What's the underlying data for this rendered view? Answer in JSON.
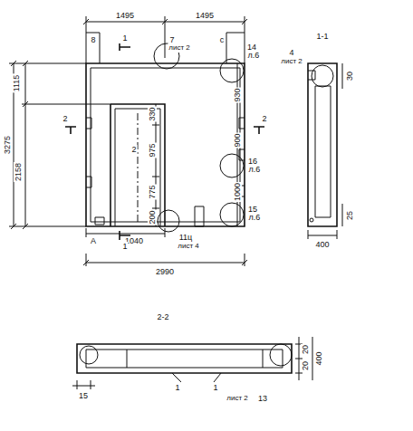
{
  "diagram": {
    "labels": [
      "1495",
      "1495",
      "8",
      "1",
      "7",
      "лист 2",
      "c",
      "14",
      "л.6",
      "1115",
      "3275",
      "2158",
      "2",
      "2",
      "330",
      "2",
      "975",
      "930",
      "900",
      "1000",
      "16",
      "л.6",
      "775",
      "200",
      "15",
      "л.6",
      "11ц",
      "лист 4",
      "A",
      "1040",
      "1",
      "2990",
      "1-1",
      "4",
      "лист 2",
      "30",
      "25",
      "400",
      "2-2",
      "400",
      "20",
      "20",
      "15",
      "1",
      "1",
      "лист 2",
      "13"
    ]
  }
}
